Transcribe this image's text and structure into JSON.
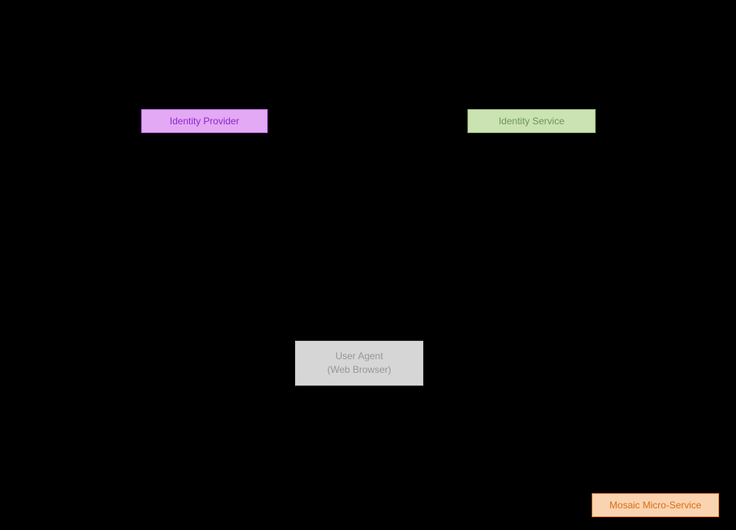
{
  "diagram": {
    "background": "#000000",
    "nodes": [
      {
        "id": "identity-provider",
        "label": "Identity Provider",
        "fill": "#e3a9f5",
        "border": "#ad5bd8",
        "text_color": "#8e26c9"
      },
      {
        "id": "identity-service",
        "label": "Identity Service",
        "fill": "#cbe3b3",
        "border": "#84aa62",
        "text_color": "#6f9455"
      },
      {
        "id": "user-agent",
        "label": "User Agent",
        "sublabel": "(Web Browser)",
        "fill": "#d6d6d6",
        "border": "#c2c2c2",
        "text_color": "#969696"
      },
      {
        "id": "mosaic-micro-service",
        "label": "Mosaic Micro-Service",
        "fill": "#fad4b1",
        "border": "#e0751c",
        "text_color": "#da6c16"
      }
    ]
  }
}
